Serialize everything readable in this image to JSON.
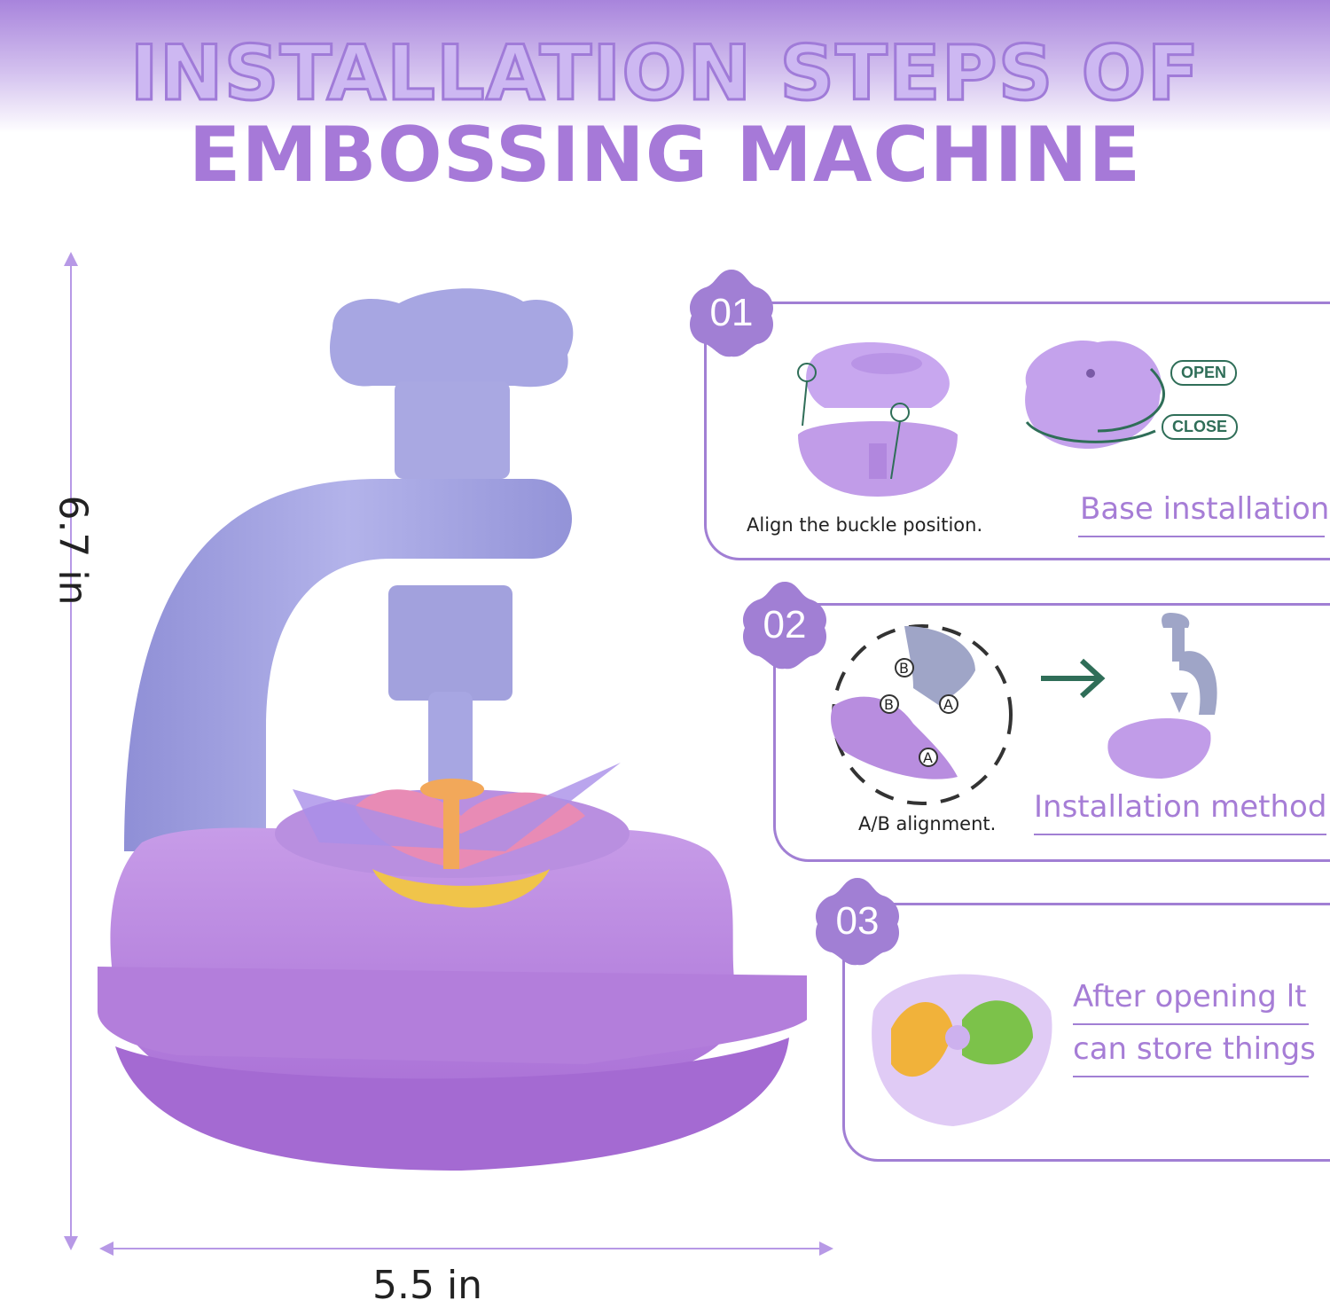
{
  "title": {
    "line1": "INSTALLATION STEPS OF",
    "line2": "EMBOSSING MACHINE"
  },
  "dimensions": {
    "height": "6.7 in",
    "width": "5.5 in"
  },
  "steps": [
    {
      "number": "01",
      "title": "Base installation",
      "caption": "Align the buckle position.",
      "labels": {
        "open": "OPEN",
        "close": "CLOSE"
      }
    },
    {
      "number": "02",
      "title": "Installation method",
      "caption": "A/B alignment.",
      "markers": [
        "B",
        "B",
        "A",
        "A"
      ]
    },
    {
      "number": "03",
      "title_line1": "After opening lt",
      "title_line2": "can store things"
    }
  ],
  "colors": {
    "accent": "#a17fd4",
    "title_light": "#cdb8f2",
    "title_dark": "#a679d8",
    "machine_top": "#a9a8e2",
    "machine_base": "#b07fd8",
    "arrow_green": "#2f6e58"
  }
}
